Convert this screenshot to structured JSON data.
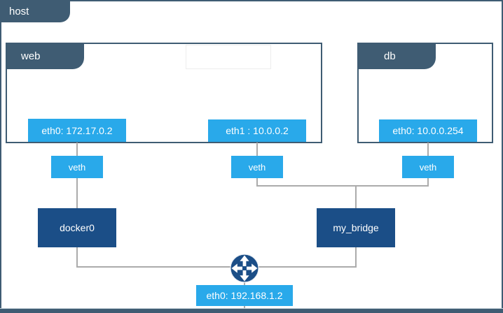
{
  "diagram": {
    "host": {
      "label": "host",
      "interface": {
        "label": "eth0: 192.168.1.2"
      }
    },
    "containers": [
      {
        "label": "web",
        "interfaces": [
          {
            "label": "eth0: 172.17.0.2"
          },
          {
            "label": "eth1 : 10.0.0.2"
          }
        ]
      },
      {
        "label": "db",
        "interfaces": [
          {
            "label": "eth0: 10.0.0.254"
          }
        ]
      }
    ],
    "veth_label": "veth",
    "bridges": [
      {
        "label": "docker0"
      },
      {
        "label": "my_bridge"
      }
    ],
    "icons": {
      "router": "router-arrows-icon"
    },
    "colors": {
      "interface_blue": "#29a9ea",
      "bridge_navy": "#1b4e87",
      "frame_slate": "#3f5c73",
      "connector_gray": "#ababab"
    }
  }
}
